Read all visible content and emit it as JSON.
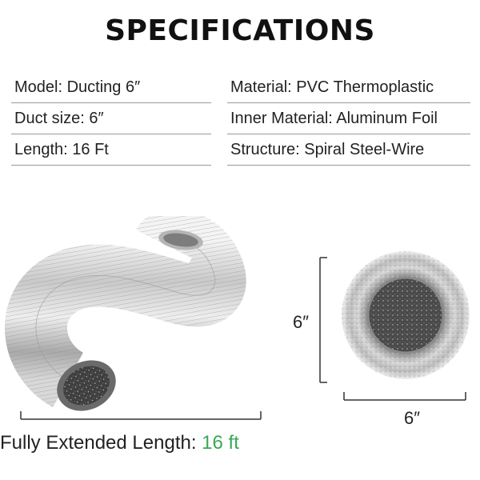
{
  "title": "SPECIFICATIONS",
  "specs_left": [
    "Model: Ducting 6″",
    "Duct size: 6″",
    "Length: 16 Ft"
  ],
  "specs_right": [
    "Material: PVC Thermoplastic",
    "Inner Material: Aluminum Foil",
    "Structure: Spiral Steel-Wire"
  ],
  "dimensions": {
    "height_label": "6″",
    "width_label": "6″"
  },
  "extended_length": {
    "prefix": "Fully Extended Length:",
    "value": "16 ft"
  },
  "colors": {
    "accent": "#3aa856",
    "text": "#1a1a1a",
    "divider": "#9a9a9a"
  }
}
